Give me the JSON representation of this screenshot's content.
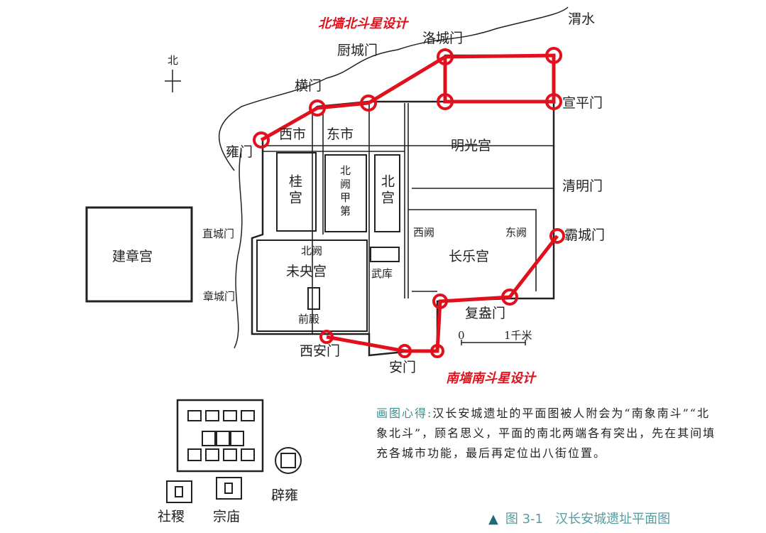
{
  "annotations": {
    "north": "北墙北斗星设计",
    "south": "南墙南斗星设计"
  },
  "labels": {
    "north_mark": "北",
    "weishui": "渭水",
    "luocheng": "洛城门",
    "chucheng": "厨城门",
    "hengmen": "横门",
    "xuanping": "宣平门",
    "yongmen": "雍门",
    "xishi": "西市",
    "dongshi": "东市",
    "mingguang": "明光宫",
    "qingming": "清明门",
    "guigong": "桂宫",
    "beique_jiadi": "北阙甲第",
    "beigong": "北宫",
    "zhicheng": "直城门",
    "jianzhang": "建章宫",
    "beique": "北阙",
    "weiyang": "未央宫",
    "wuku": "武库",
    "xique": "西阙",
    "dongque": "东阙",
    "changle": "长乐宫",
    "bacheng": "霸城门",
    "zhangcheng": "章城门",
    "qiandian": "前殿",
    "fuang": "复盎门",
    "xian": "西安门",
    "anmen": "安门",
    "scale_0": "0",
    "scale_1": "1千米",
    "sheji": "社稷",
    "zongmiao": "宗庙",
    "biyong": "辟雍"
  },
  "note": {
    "heading": "画图心得:",
    "body": "汉长安城遗址的平面图被人附会为“南象南斗”“北象北斗”，顾名思义，平面的南北两端各有突出，先在其间填充各城市功能，最后再定位出八街位置。"
  },
  "caption": {
    "figure": "图 3-1",
    "title": "汉长安城遗址平面图"
  },
  "colors": {
    "highlight": "#e0101c",
    "caption": "#5a9aa0"
  }
}
